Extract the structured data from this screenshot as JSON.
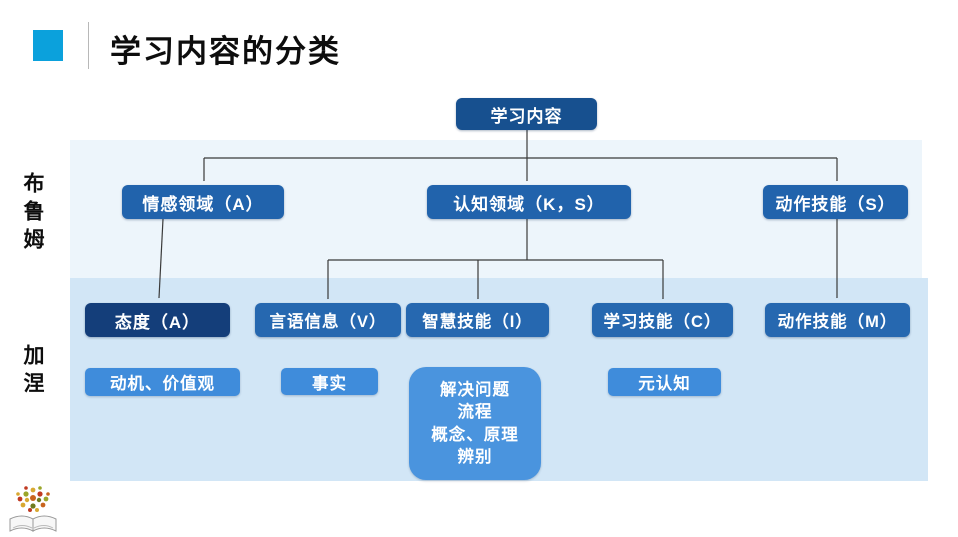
{
  "header": {
    "title": "学习内容的分类",
    "accent_square_color": "#0ba1dc"
  },
  "row_labels": {
    "bloom": "布鲁姆",
    "gagne": "加涅"
  },
  "tree": {
    "root": {
      "label": "学习内容"
    },
    "level2": [
      {
        "label": "情感领域（A）"
      },
      {
        "label": "认知领域（K，S）"
      },
      {
        "label": "动作技能（S）"
      }
    ],
    "level3": [
      {
        "label": "态度（A）"
      },
      {
        "label": "言语信息（V）"
      },
      {
        "label": "智慧技能（I）"
      },
      {
        "label": "学习技能（C）"
      },
      {
        "label": "动作技能（M）"
      }
    ],
    "level4": [
      {
        "label": "动机、价值观"
      },
      {
        "label": "事实"
      },
      {
        "label": "元认知"
      }
    ],
    "solve_box": {
      "lines": [
        "解决问题",
        "流程",
        "概念、原理",
        "辨别"
      ]
    }
  },
  "colors": {
    "root_box": "#17508f",
    "level2_box": "#2163ac",
    "attitude_box": "#143e7a",
    "level3_box": "#2668b0",
    "level4_box": "#3f8cdb",
    "solve_box": "#4a94de",
    "band_top": "#edf5fb",
    "band_bottom": "#d2e6f6",
    "connector": "#3a3a3a"
  },
  "footer": {
    "logo_icon": "open-book-with-colorful-dots"
  }
}
